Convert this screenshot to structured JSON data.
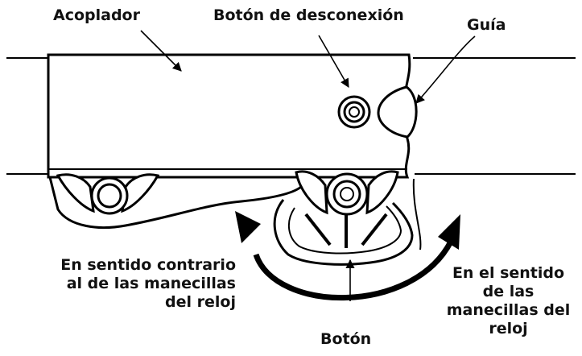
{
  "labels": {
    "coupler": "Acoplador",
    "release_button": "Botón de desconexión",
    "guide": "Guía",
    "counterclockwise": [
      "En sentido contrario",
      "al de las manecillas",
      "del reloj"
    ],
    "clockwise": [
      "En el sentido",
      "de las",
      "manecillas del",
      "reloj"
    ],
    "button": "Botón"
  },
  "colors": {
    "line": "#000000",
    "fill": "#ffffff",
    "text": "#111111"
  }
}
